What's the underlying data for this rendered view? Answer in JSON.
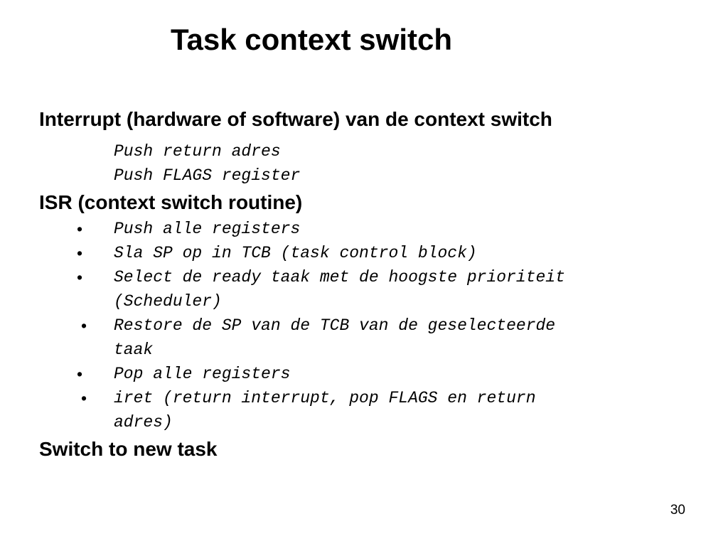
{
  "slide": {
    "title": "Task context switch",
    "interrupt_heading": "Interrupt (hardware of software) van de context switch",
    "interrupt_steps": [
      "Push return adres",
      "Push FLAGS register"
    ],
    "isr_heading": "ISR (context switch routine)",
    "bullet_symbol": "•",
    "isr_steps": [
      {
        "line1": "Push alle registers"
      },
      {
        "line1": "Sla SP op in TCB (task control block)"
      },
      {
        "line1": "Select de ready taak met de hoogste prioriteit",
        "line2": "(Scheduler)"
      },
      {
        "line1": "Restore de SP van de TCB van de geselecteerde",
        "line2": "taak"
      },
      {
        "line1": "Pop alle registers"
      },
      {
        "line1": "iret (return interrupt,  pop FLAGS en return",
        "line2": "adres)"
      }
    ],
    "final_heading": "Switch to new task",
    "page_number": "30"
  }
}
